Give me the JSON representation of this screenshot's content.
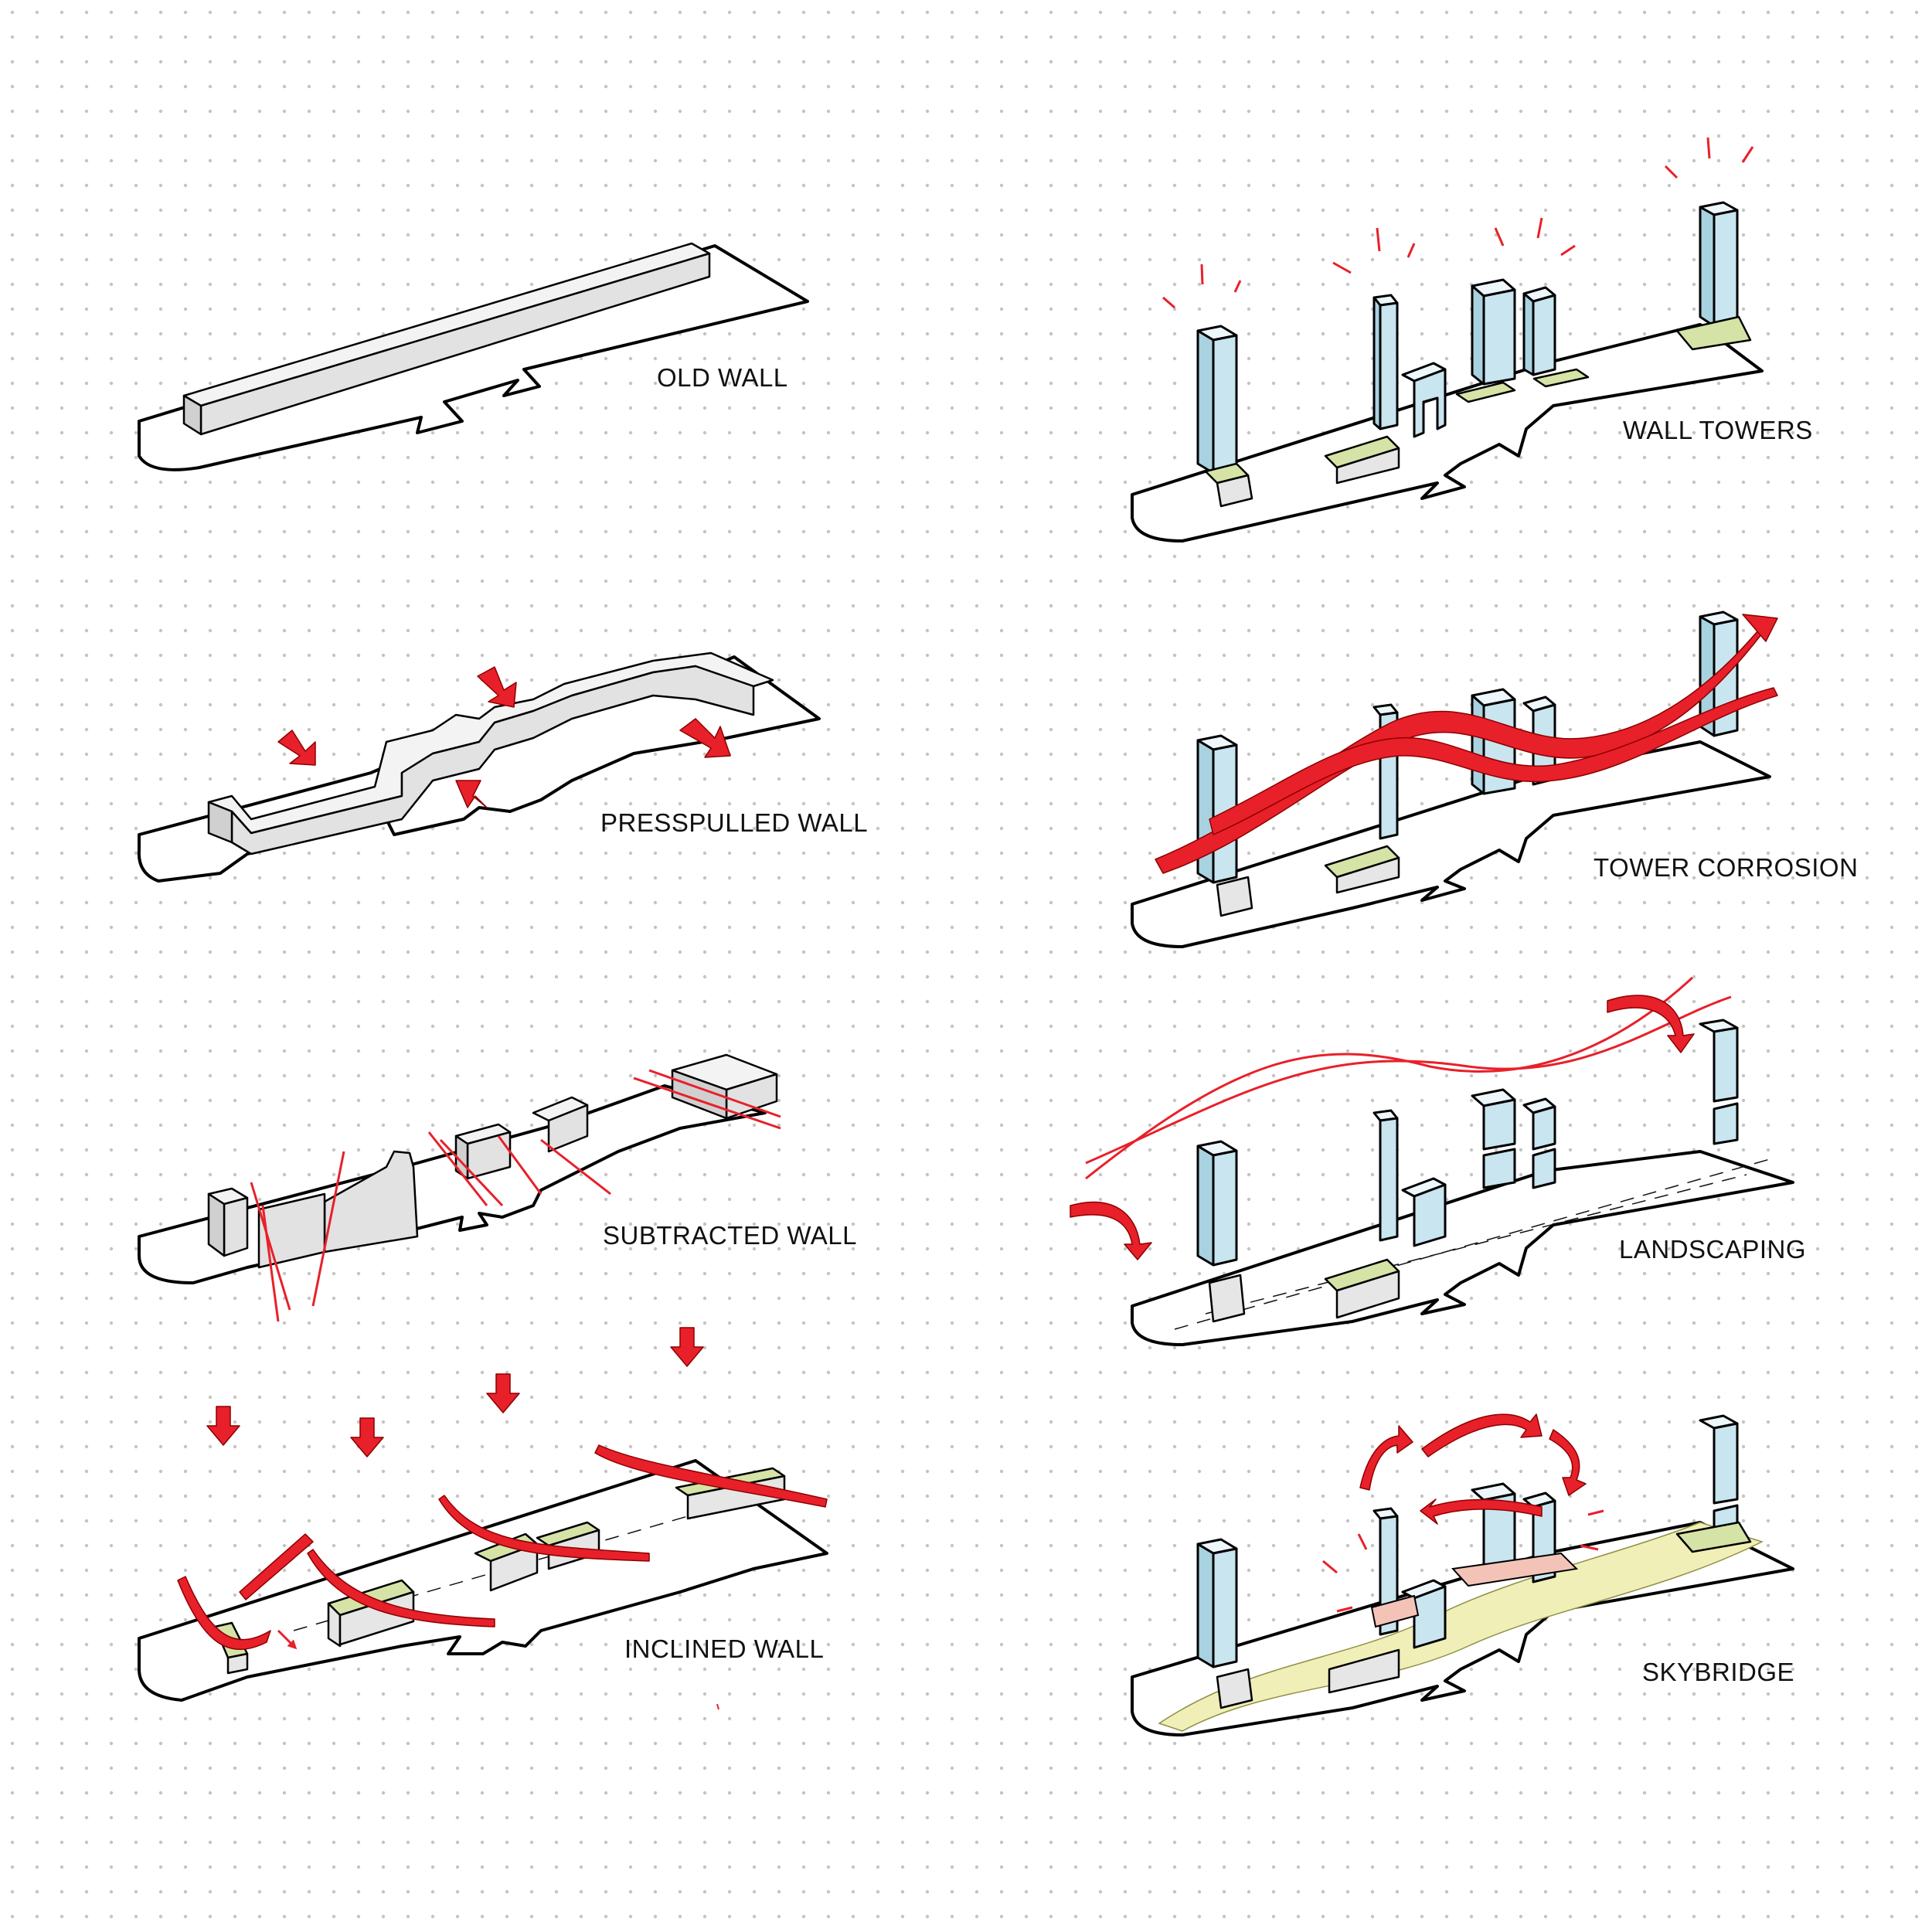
{
  "diagram": {
    "background": "#ffffff",
    "accent_red": "#e8202a",
    "tower_blue": "#c9e5ef",
    "landscape_green": "#d5e3a6",
    "panels": [
      {
        "id": "old-wall",
        "label": "OLD WALL"
      },
      {
        "id": "presspulled-wall",
        "label": "PRESSPULLED WALL"
      },
      {
        "id": "subtracted-wall",
        "label": "SUBTRACTED WALL"
      },
      {
        "id": "inclined-wall",
        "label": "INCLINED WALL"
      },
      {
        "id": "wall-towers",
        "label": "WALL TOWERS"
      },
      {
        "id": "tower-corrosion",
        "label": "TOWER CORROSION"
      },
      {
        "id": "landscaping",
        "label": "LANDSCAPING"
      },
      {
        "id": "skybridge",
        "label": "SKYBRIDGE"
      }
    ]
  }
}
